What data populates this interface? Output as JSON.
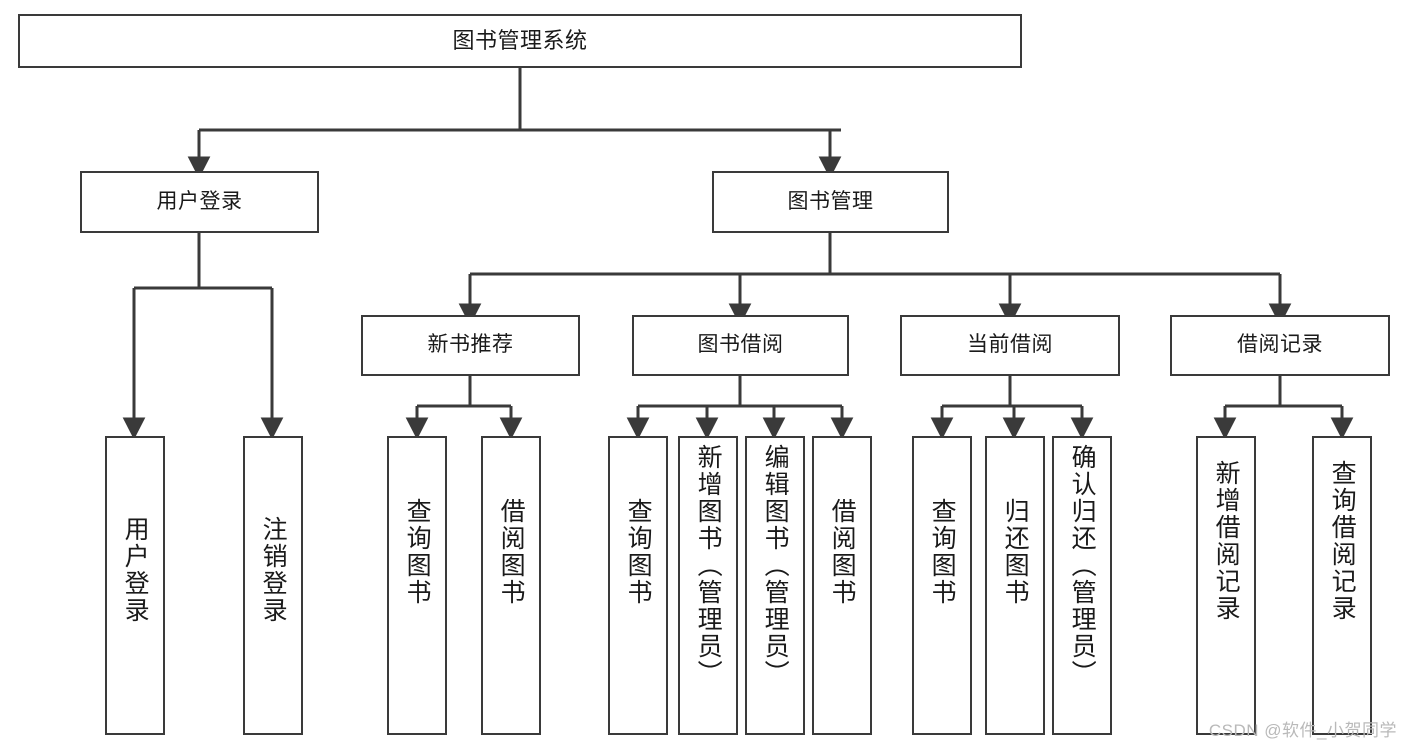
{
  "diagram": {
    "title": "图书管理系统",
    "type": "tree-hierarchy-chart",
    "colors": {
      "border": "#3a3a3a",
      "background": "#ffffff",
      "text": "#1a1a1a",
      "watermark": "#b9b9b9"
    },
    "root": {
      "label": "图书管理系统"
    },
    "level1": [
      {
        "label": "用户登录"
      },
      {
        "label": "图书管理"
      }
    ],
    "level2": [
      {
        "label": "新书推荐"
      },
      {
        "label": "图书借阅"
      },
      {
        "label": "当前借阅"
      },
      {
        "label": "借阅记录"
      }
    ],
    "leaves": {
      "user_login": [
        {
          "label": "用户登录"
        },
        {
          "label": "注销登录"
        }
      ],
      "new_book_recommend": [
        {
          "label": "查询图书"
        },
        {
          "label": "借阅图书"
        }
      ],
      "book_borrow": [
        {
          "label": "查询图书"
        },
        {
          "label": "新增图书（管理员）"
        },
        {
          "label": "编辑图书（管理员）"
        },
        {
          "label": "借阅图书"
        }
      ],
      "current_borrow": [
        {
          "label": "查询图书"
        },
        {
          "label": "归还图书"
        },
        {
          "label": "确认归还（管理员）"
        }
      ],
      "borrow_record": [
        {
          "label": "新增借阅记录"
        },
        {
          "label": "查询借阅记录"
        }
      ]
    }
  },
  "watermark": {
    "text": "CSDN @软件_小贺同学"
  }
}
